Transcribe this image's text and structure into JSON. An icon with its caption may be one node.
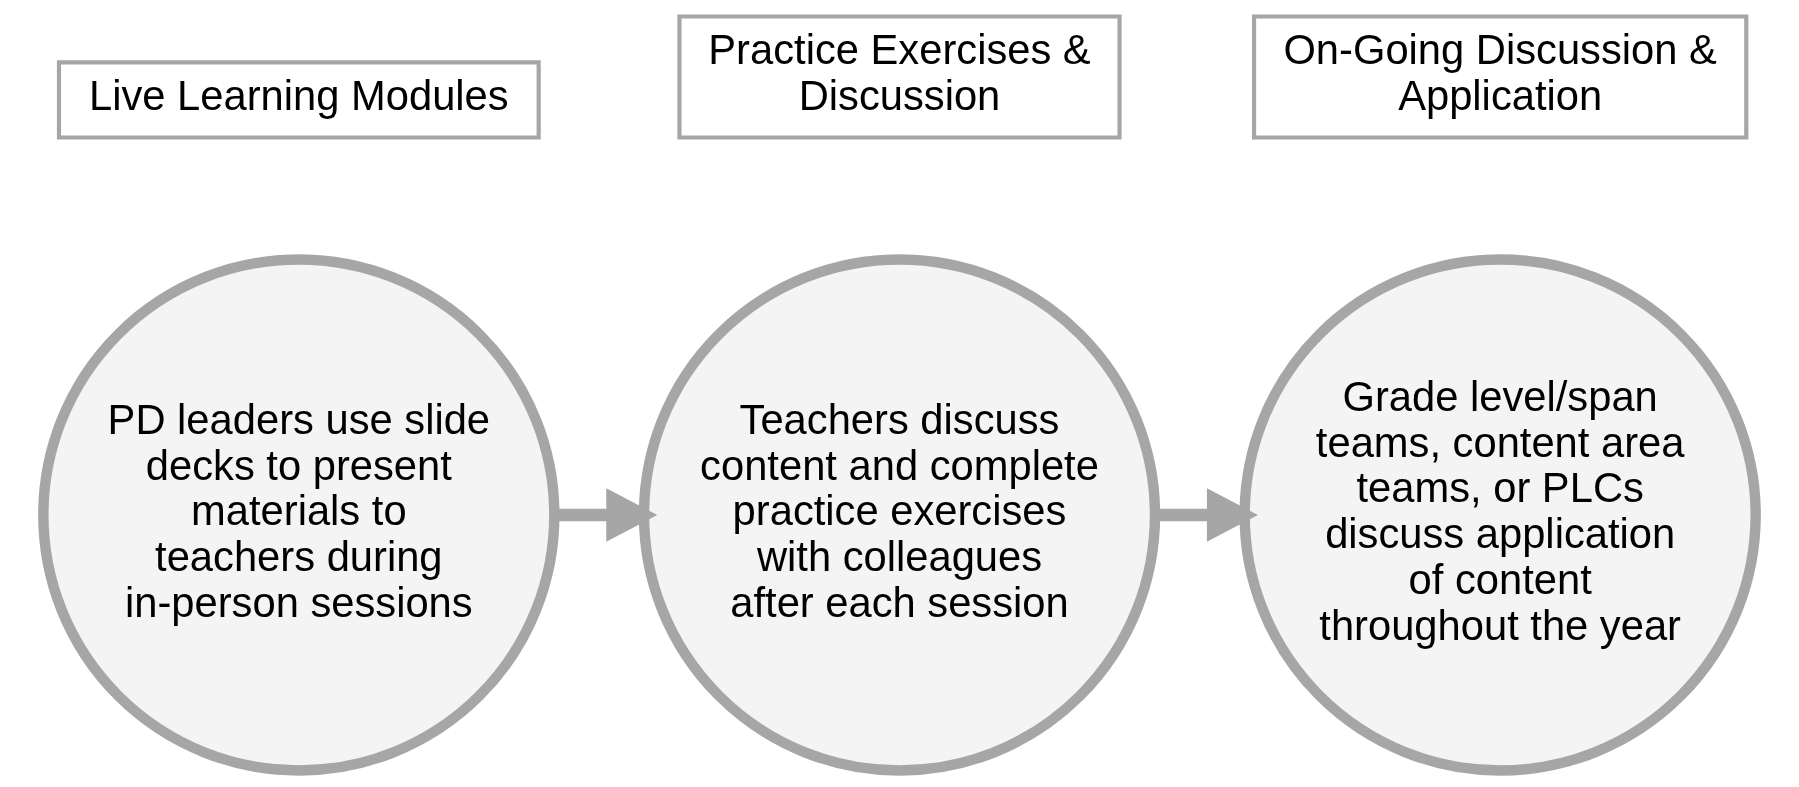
{
  "diagram": {
    "nodes": [
      {
        "text": [
          "PD leaders use slide decks to present materials to teachers during in-person sessions"
        ]
      },
      {
        "text": [
          "Teachers discuss content and complete practice exercises with colleagues after each session"
        ]
      },
      {
        "text": [
          "Grade level/span teams, content area teams, or PLCs discuss application of content throughout the year"
        ]
      },
      {
        "text": [
          "Live Learning Modules"
        ]
      },
      {
        "text": [
          "Practice Exercises & Discussion"
        ]
      },
      {
        "text": [
          "On-Going Discussion & Application"
        ]
      }
    ],
    "edges": [
      {
        "from": 0,
        "to": 1,
        "arrow": "to"
      },
      {
        "from": 1,
        "to": 2,
        "arrow": "to"
      }
    ]
  }
}
